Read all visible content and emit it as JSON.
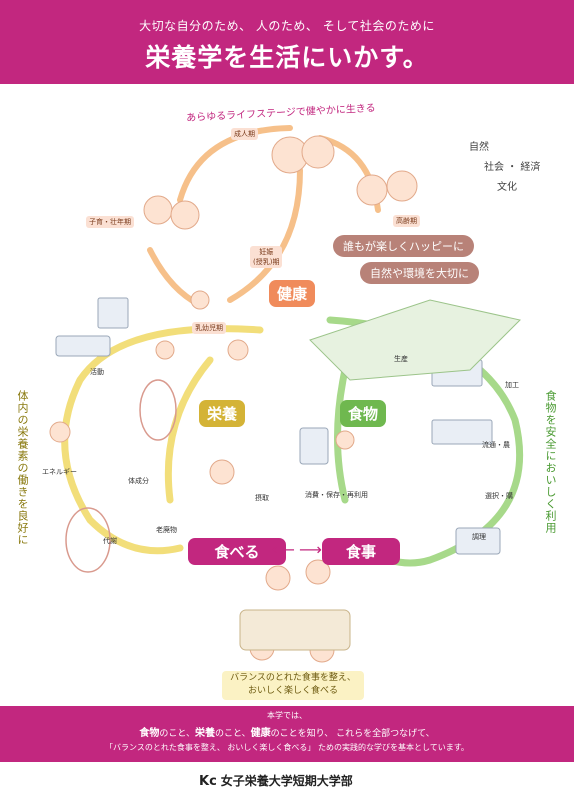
{
  "header": {
    "subtitle": "大切な自分のため、 人のため、 そして社会のために",
    "title": "栄養学を生活にいかす。"
  },
  "life_stage_heading": "あらゆるライフステージで健やかに生きる",
  "life_stages": {
    "adult": "成人期",
    "pregnancy": "妊娠\n(授乳)期",
    "childrearing": "子育・壮年期",
    "elderly": "高齢期",
    "infant": "乳幼児期"
  },
  "society": {
    "nature": "自然",
    "society_economy": "社会 ・ 経済",
    "culture": "文化"
  },
  "messages": {
    "happy": "誰もが楽しくハッピーに",
    "nature_care": "自然や環境を大切に"
  },
  "keywords": {
    "health": "健康",
    "nutrition": "栄養",
    "food": "食物",
    "eat": "食べる",
    "meal": "食事"
  },
  "nutrition_labels": {
    "activity": "活動",
    "energy": "エネルギー",
    "body": "体成分",
    "metabolism": "代謝",
    "waste": "老廃物"
  },
  "food_labels": {
    "production": "生産",
    "processing": "加工",
    "distribution": "流通・農",
    "selection": "選択・購",
    "cooking": "調理",
    "intake": "摂取",
    "consumption": "消費・保存・再利用"
  },
  "side_left": "体内の栄養素の働きを良好に",
  "side_right": "食物を安全においしく利用",
  "balance": "バランスのとれた食事を整え、\nおいしく楽しく食べる",
  "footer": {
    "line1": "本学では、",
    "w_food": "食物",
    "p1": "のこと、",
    "w_nutr": "栄養",
    "p2": "のこと、",
    "w_health": "健康",
    "p3": "のことを知り、 これらを全部つなげて、",
    "line3": "「バランスのとれた食事を整え、 おいしく楽しく食べる」 ための実践的な学びを基本としています。"
  },
  "logo": {
    "mark": "Kc",
    "name": "女子栄養大学短期大学部"
  },
  "colors": {
    "magenta": "#c2277f",
    "orange": "#f08b5b",
    "green": "#6fb84f",
    "yellow": "#d4b336",
    "brown_pill": "#b88278"
  }
}
